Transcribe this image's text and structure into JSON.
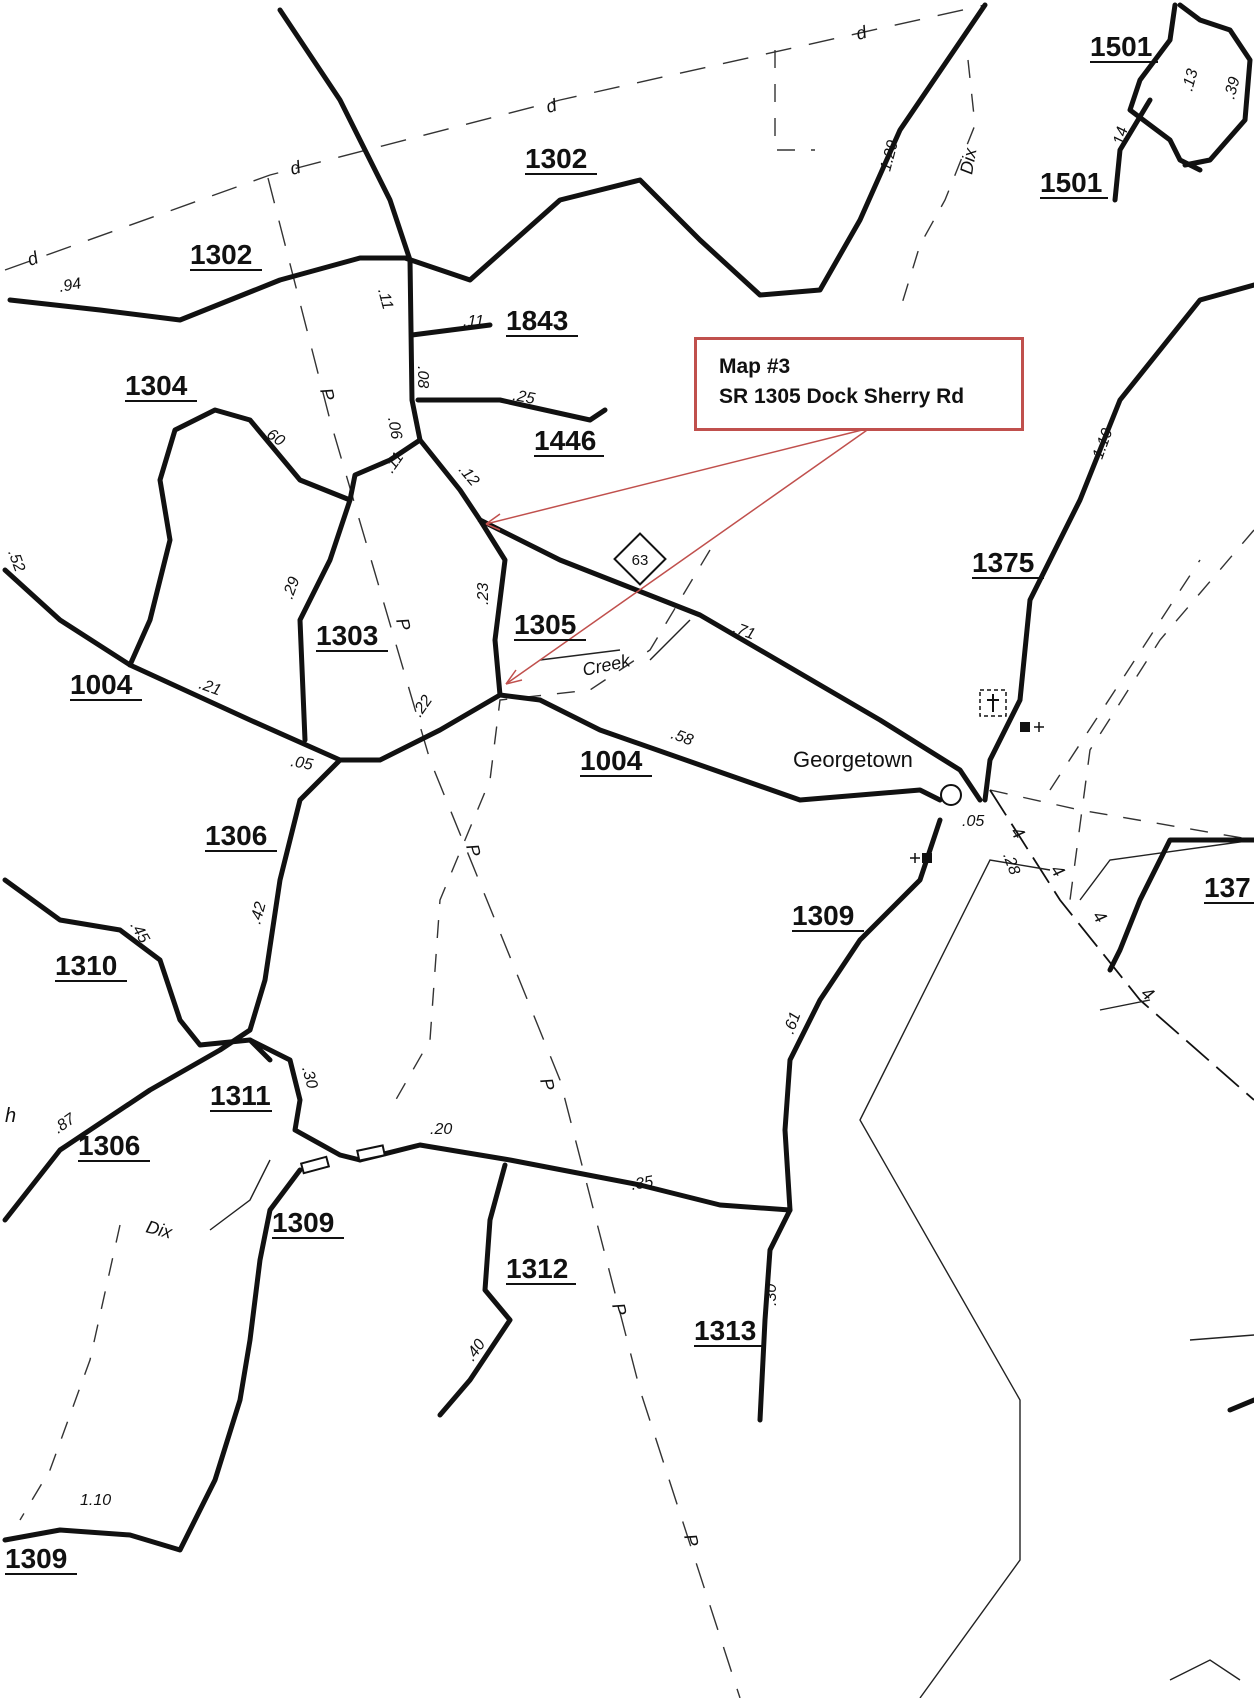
{
  "callout": {
    "line1": "Map #3",
    "line2": "SR 1305 Dock Sherry Rd",
    "border_color": "#c0504d"
  },
  "route_labels": [
    "1501",
    "1501",
    "1302",
    "1302",
    "1843",
    "1304",
    "1446",
    "1375",
    "1303",
    "1305",
    "1004",
    "1004",
    "1306",
    "1310",
    "1309",
    "1311",
    "1306",
    "1309",
    "1312",
    "1313",
    "1309",
    "137"
  ],
  "distance_labels": [
    ".94",
    ".11",
    ".11",
    ".08",
    ".25",
    ".06",
    ".60",
    ".11",
    ".12",
    ".29",
    ".23",
    ".52",
    ".21",
    ".71",
    ".22",
    ".05",
    ".58",
    ".42",
    ".45",
    ".30",
    ".87",
    ".20",
    ".35",
    ".61",
    ".40",
    ".30",
    "1.10",
    ".05",
    ".28",
    "1.29",
    ".14",
    ".13",
    ".39",
    "1.10"
  ],
  "shield": "63",
  "places": {
    "georgetown": "Georgetown",
    "creek": "Creek",
    "dix_1": "Dix",
    "dix_2": "Dix",
    "h": "h"
  },
  "line_letters": {
    "d": "d",
    "p": "P",
    "four": "4"
  }
}
